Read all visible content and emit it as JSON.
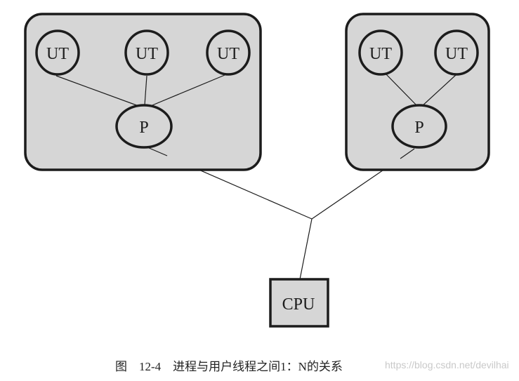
{
  "nodes": {
    "ut1": "UT",
    "ut2": "UT",
    "ut3": "UT",
    "p1": "P",
    "ut4": "UT",
    "ut5": "UT",
    "p2": "P",
    "cpu": "CPU"
  },
  "caption": "图    12-4    进程与用户线程之间1：N的关系",
  "watermark": "https://blog.csdn.net/devilhai",
  "colors": {
    "box_fill": "#d6d6d6",
    "stroke": "#1c1c1c"
  }
}
